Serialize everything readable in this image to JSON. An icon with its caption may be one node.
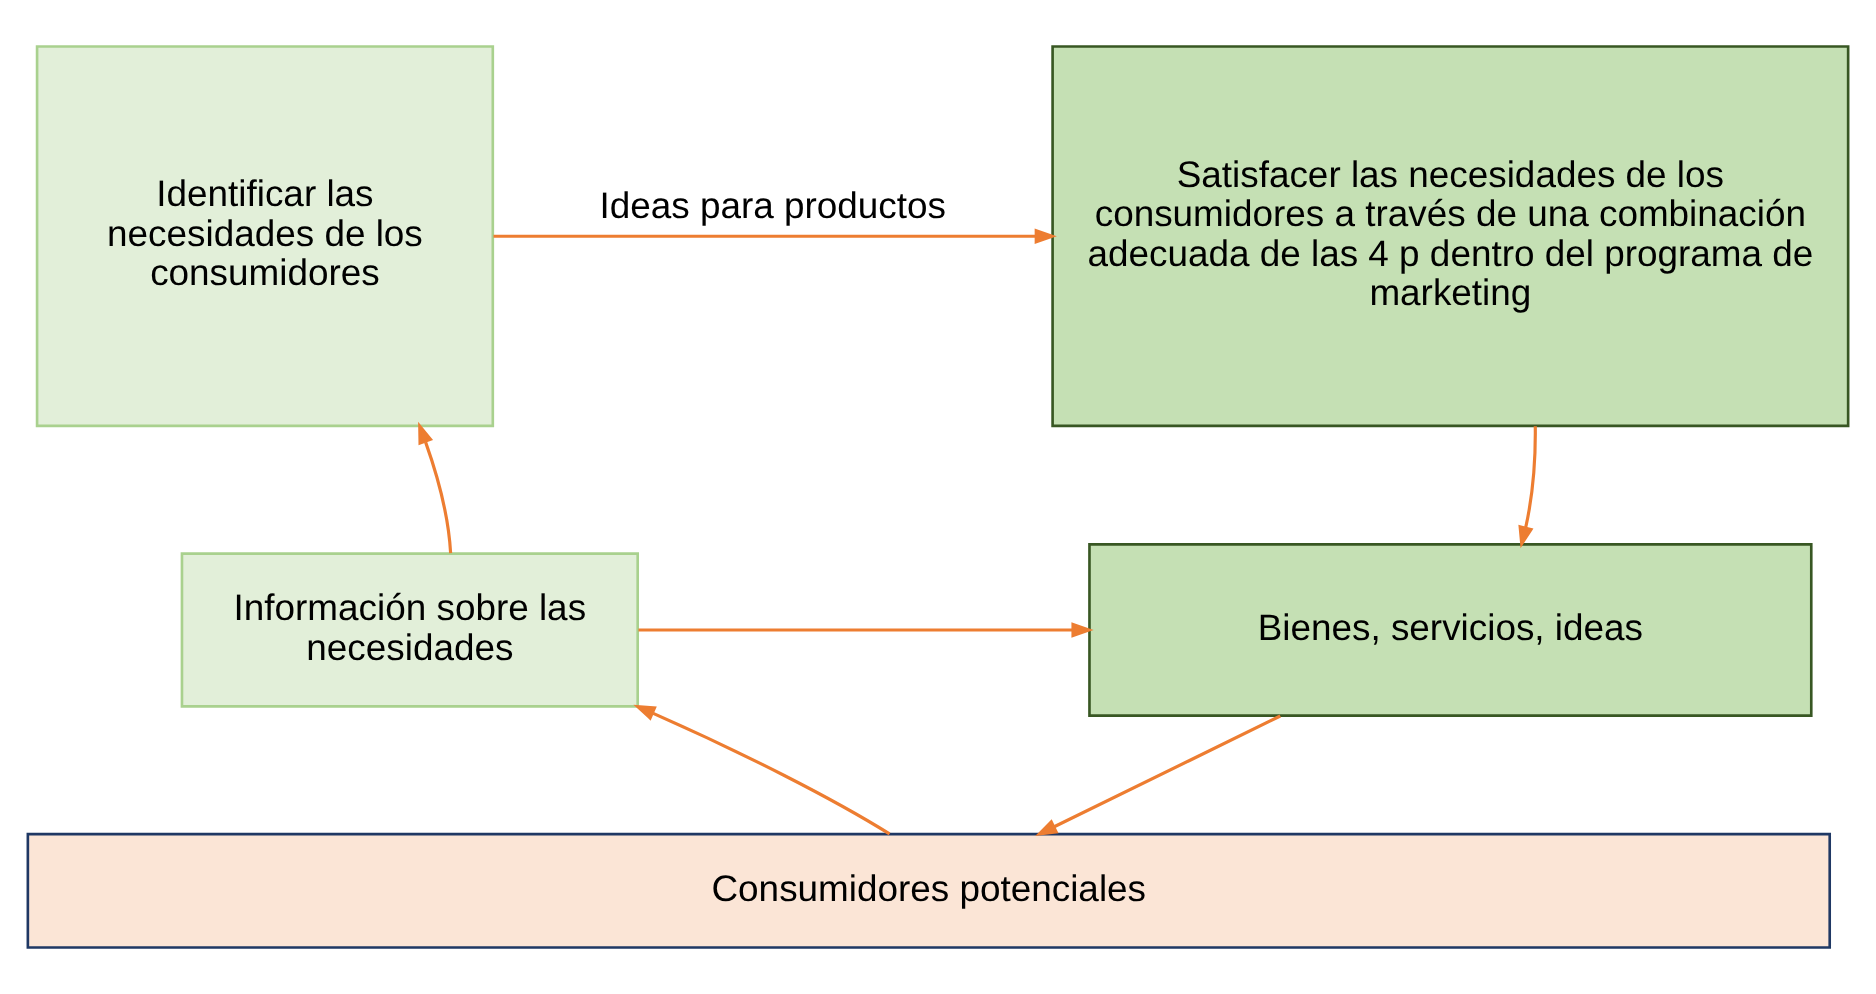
{
  "diagram": {
    "nodes": [
      {
        "text": [
          "Identificar las necesidades de los consumidores"
        ]
      },
      {
        "text": [
          "Satisfacer las necesidades de los consumidores a través de una combinación adecuada de las 4 p dentro del programa de marketing"
        ]
      },
      {
        "text": [
          "Información sobre las necesidades"
        ]
      },
      {
        "text": [
          "Bienes, servicios, ideas"
        ]
      },
      {
        "text": [
          "Consumidores potenciales"
        ]
      }
    ],
    "edges": [
      {
        "from": 0,
        "to": 1,
        "arrow": "to",
        "label": "Ideas para productos"
      },
      {
        "from": 1,
        "to": 3,
        "arrow": "to"
      },
      {
        "from": 2,
        "to": 0,
        "arrow": "to"
      },
      {
        "from": 2,
        "to": 3,
        "arrow": "to"
      },
      {
        "from": 3,
        "to": 4,
        "arrow": "to"
      },
      {
        "from": 4,
        "to": 2,
        "arrow": "to"
      }
    ]
  }
}
